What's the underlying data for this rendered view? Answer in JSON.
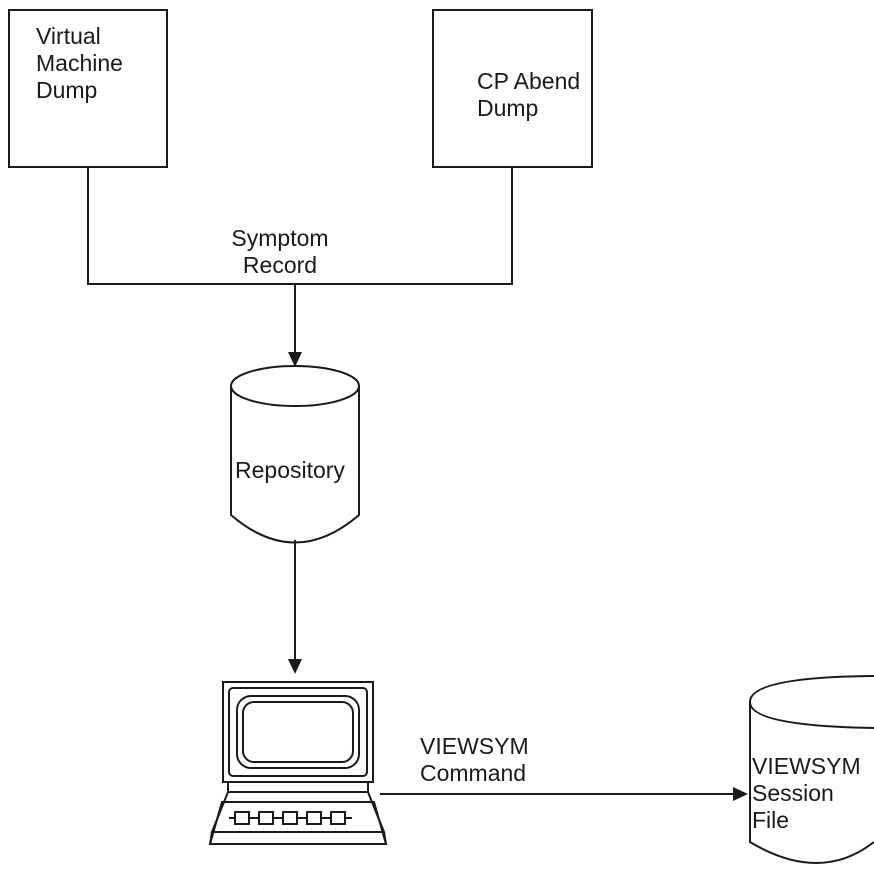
{
  "vm_dump": {
    "line1": "Virtual",
    "line2": "Machine",
    "line3": "Dump"
  },
  "cp_dump": {
    "line1": "CP Abend",
    "line2": "Dump"
  },
  "symptom": {
    "line1": "Symptom",
    "line2": "Record"
  },
  "repository": {
    "label": "Repository"
  },
  "command": {
    "line1": "VIEWSYM",
    "line2": "Command"
  },
  "session_file": {
    "line1": "VIEWSYM",
    "line2": "Session",
    "line3": "File"
  },
  "colors": {
    "stroke": "#1a1a1a",
    "background": "#ffffff"
  },
  "icons": [
    "terminal-icon",
    "database-cylinder-icon",
    "arrow-icon"
  ]
}
